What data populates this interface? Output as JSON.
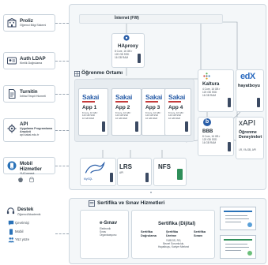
{
  "services": [
    {
      "title": "Proliz",
      "sub": "Öğrenci Bilgi Sistemi",
      "icon": "building-icon"
    },
    {
      "title": "Auth LDAP",
      "sub": "Kimlik Doğrulama",
      "icon": "id-card-icon"
    },
    {
      "title": "Turnitin",
      "sub": "İntihal Tespit Hizmeti",
      "icon": "document-icon"
    },
    {
      "title": "API",
      "sub": "Uygulama Programlama Arayüzü",
      "sub2": "api.sakai.edu.tr",
      "icon": "gear-icon"
    },
    {
      "title": "Mobil Hizmetler",
      "sub": "YUConnect",
      "icon": "mobile-icon"
    }
  ],
  "support": {
    "title": "Destek",
    "sub": "Öğrenci/Akademik",
    "items": [
      "Çevrimiçi",
      "Mobil",
      "Yüz yüze"
    ]
  },
  "internet_label": "İnternet (FW)",
  "haproxy": {
    "title": "HAproxy",
    "spec": [
      "8 Core, 16 GB r",
      "120 GB SSD",
      "16 GB RAM"
    ]
  },
  "learning_env": "Öğrenme Ortamı",
  "apps": [
    {
      "brand": "Sakai",
      "label": "App 1",
      "spec": [
        "8 Core, 16 GB r",
        "120 GB SSD",
        "16 GB RAM"
      ]
    },
    {
      "brand": "Sakai",
      "label": "App 2",
      "spec": [
        "8 Core, 16 GB r",
        "120 GB SSD",
        "16 GB RAM"
      ]
    },
    {
      "brand": "Sakai",
      "label": "App 3",
      "spec": [
        "8 Core, 16 GB r",
        "120 GB SSD",
        "16 GB RAM"
      ]
    },
    {
      "brand": "Sakai",
      "label": "App 4",
      "spec": [
        "8 Core, 16 GB r",
        "120 GB SSD",
        "16 GB RAM"
      ]
    }
  ],
  "kaltura": {
    "title": "Kaltura",
    "spec": [
      "4 Core, 16 GB r",
      "120 GB SSD",
      "16 GB RAM"
    ]
  },
  "edx": {
    "logo": "edX",
    "title": "hayatboyu"
  },
  "bbb": {
    "logo": "b",
    "title": "BBB",
    "spec": [
      "8 Core, 16 GB r",
      "120 GB SSD",
      "16 GB RAM"
    ]
  },
  "xapi": {
    "logo": "xAPI",
    "title": "Öğrenme Deneyimleri",
    "sub": "LR, YA-SB, API"
  },
  "storage": [
    {
      "label": "MySQL"
    },
    {
      "label": "LRS",
      "sub": "API"
    },
    {
      "label": "NFS"
    }
  ],
  "cert": {
    "title": "Sertifika ve Sınav Hizmetleri",
    "esinav": {
      "title": "e-Sınav",
      "lines": [
        "Elektronik",
        "Sınav",
        "Organizasyonu"
      ]
    },
    "digital": {
      "title": "Sertifika (Dijital)",
      "cols": [
        {
          "t": "Sertifika",
          "t2": "Doğrulama"
        },
        {
          "t": "Sertifika",
          "t2": "Üretme"
        },
        {
          "t": "Sertifika",
          "t2": "Sınavı"
        }
      ],
      "footer": [
        "YUBOIS, RG,",
        "Beceri Sorumluluk,",
        "Hayatboyu, Kariyer Merkezi"
      ]
    }
  }
}
